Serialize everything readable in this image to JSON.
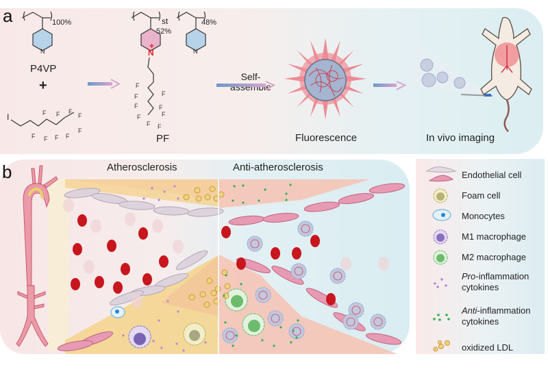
{
  "panel_a": {
    "label": "a",
    "p4vp_subscript": "100%",
    "p4vp_label": "P4VP",
    "plus_sign": "+",
    "iodide_atom": "I",
    "fluorine_atom": "F",
    "nitrogen_atom": "N",
    "charge": "+",
    "pf_subscript_1": "52%",
    "pf_st": "st",
    "pf_subscript_2": "48%",
    "pf_label": "PF",
    "self_assemble_line1": "Self-",
    "self_assemble_line2": "assemble",
    "fluorescence_label": "Fluorescence",
    "in_vivo_label": "In vivo imaging"
  },
  "panel_b": {
    "label": "b",
    "atherosclerosis_title": "Atherosclerosis",
    "anti_atherosclerosis_title": "Anti-atherosclerosis"
  },
  "legend": {
    "items": [
      {
        "icon": "endothelial-cell-icon",
        "label": "Endothelial cell"
      },
      {
        "icon": "foam-cell-icon",
        "label": "Foam cell"
      },
      {
        "icon": "monocyte-icon",
        "label": "Monocytes"
      },
      {
        "icon": "m1-macrophage-icon",
        "label": "M1 macrophage"
      },
      {
        "icon": "m2-macrophage-icon",
        "label": "M2 macrophage"
      },
      {
        "icon": "pro-inflammation-cytokines-icon",
        "label_italic": "Pro",
        "label_rest": "-inflammation",
        "label_line2": "cytokines"
      },
      {
        "icon": "anti-inflammation-cytokines-icon",
        "label_italic": "Anti",
        "label_rest": "-inflammation",
        "label_line2": "cytokines"
      },
      {
        "icon": "oxidized-ldl-icon",
        "label": "oxidized LDL"
      }
    ]
  },
  "colors": {
    "pyridine_fill": "#b7d3ea",
    "pyridinium_fill": "#e9b3cc",
    "charge_red": "#e8202a",
    "rbc_red": "#c8161e",
    "endothelial_pink": "#e79ab3",
    "endothelial_grey": "#ddd3dc",
    "ldl_gold": "#e3b04b",
    "m1_purple": "#a38cc9",
    "m2_green": "#6dbb6c",
    "cytokine_purple": "#b38ad8",
    "cytokine_green": "#2fb153"
  }
}
